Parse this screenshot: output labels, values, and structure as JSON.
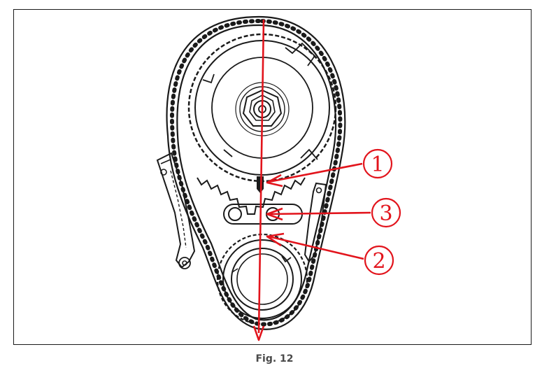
{
  "figure": {
    "caption": "Fig. 12",
    "callouts": [
      {
        "id": "1",
        "label": "①"
      },
      {
        "id": "3",
        "label": "③"
      },
      {
        "id": "2",
        "label": "②"
      }
    ]
  },
  "colors": {
    "line_art": "#1a1a1a",
    "annotation": "#e2141c"
  }
}
